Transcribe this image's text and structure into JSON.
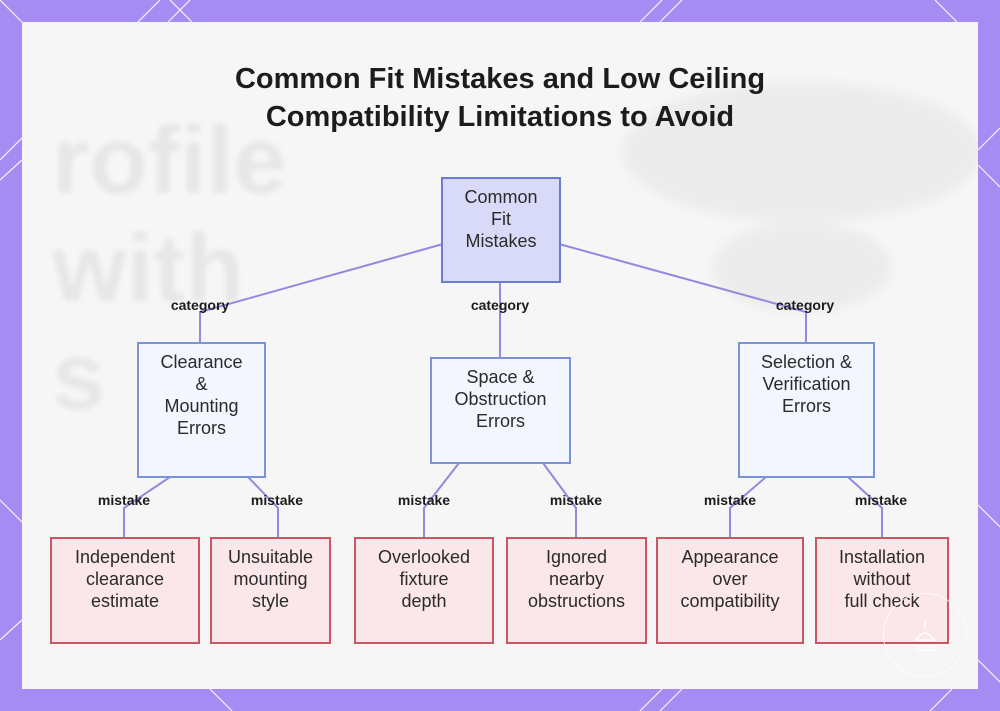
{
  "title": {
    "line1": "Common Fit Mistakes and Low Ceiling",
    "line2": "Compatibility Limitations to Avoid"
  },
  "background_text": [
    "rofile",
    "with",
    "s"
  ],
  "colors": {
    "frame": "#a48cf3",
    "panel": "#f6f6f6",
    "edge": "#9a86e0",
    "root_fill": "#d8daf8",
    "category_fill": "#f3f6fe",
    "mistake_fill": "#fbe6e9",
    "mistake_border": "#cc5563"
  },
  "nodes": {
    "root": "Common\nFit\nMistakes",
    "categories": [
      "Clearance\n&\nMounting\nErrors",
      "Space &\nObstruction\nErrors",
      "Selection &\nVerification\nErrors"
    ],
    "mistakes": [
      "Independent\nclearance\nestimate",
      "Unsuitable\nmounting\nstyle",
      "Overlooked\nfixture\ndepth",
      "Ignored\nnearby\nobstructions",
      "Appearance\nover\ncompatibility",
      "Installation\nwithout\nfull check"
    ]
  },
  "edge_labels": {
    "category": "category",
    "mistake": "mistake"
  },
  "badge_icon": "ceiling-lamp-icon"
}
